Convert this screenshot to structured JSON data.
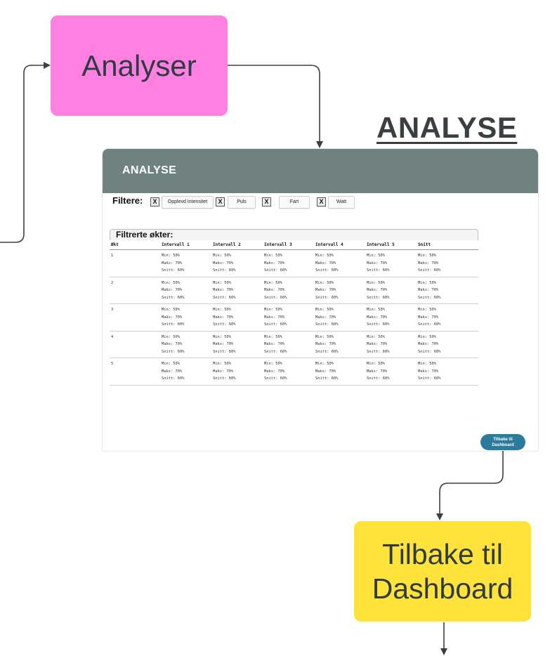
{
  "flow": {
    "analyser_label": "Analyser",
    "tilbake_label": "Tilbake til Dashboard",
    "page_heading": "ANALYSE",
    "colors": {
      "analyser": "#ff80e1",
      "tilbake": "#ffe23a",
      "connector": "#3c4043"
    }
  },
  "screen": {
    "header_title": "ANALYSE",
    "filter_label": "Filtere:",
    "filters": [
      {
        "remove": "X",
        "label": "Opplevd Intensitet"
      },
      {
        "remove": "X",
        "label": "Puls"
      },
      {
        "remove": "X",
        "label": "Fart"
      },
      {
        "remove": "X",
        "label": "Watt"
      }
    ],
    "results_title": "Filtrerte økter:",
    "columns": [
      "Økt",
      "Intervall 1",
      "Intervall 2",
      "Intervall 3",
      "Intervall 4",
      "Intervall 5",
      "Snitt"
    ],
    "rows": [
      {
        "okt": "1",
        "cells": [
          [
            "Min: 50%",
            "Maks: 70%",
            "Snitt: 60%"
          ],
          [
            "Min: 50%",
            "Maks: 70%",
            "Snitt: 60%"
          ],
          [
            "Min: 50%",
            "Maks: 70%",
            "Snitt: 60%"
          ],
          [
            "Min: 50%",
            "Maks: 70%",
            "Snitt: 60%"
          ],
          [
            "Min: 50%",
            "Maks: 70%",
            "Snitt: 60%"
          ],
          [
            "Min: 50%",
            "Maks: 70%",
            "Snitt: 60%"
          ]
        ]
      },
      {
        "okt": "2",
        "cells": [
          [
            "Min: 50%",
            "Maks: 70%",
            "Snitt: 60%"
          ],
          [
            "Min: 50%",
            "Maks: 70%",
            "Snitt: 60%"
          ],
          [
            "Min: 50%",
            "Maks: 70%",
            "Snitt: 60%"
          ],
          [
            "Min: 50%",
            "Maks: 70%",
            "Snitt: 60%"
          ],
          [
            "Min: 50%",
            "Maks: 70%",
            "Snitt: 60%"
          ],
          [
            "Min: 50%",
            "Maks: 70%",
            "Snitt: 60%"
          ]
        ]
      },
      {
        "okt": "3",
        "cells": [
          [
            "Min: 50%",
            "Maks: 70%",
            "Snitt: 60%"
          ],
          [
            "Min: 50%",
            "Maks: 70%",
            "Snitt: 60%"
          ],
          [
            "Min: 50%",
            "Maks: 70%",
            "Snitt: 60%"
          ],
          [
            "Min: 50%",
            "Maks: 70%",
            "Snitt: 60%"
          ],
          [
            "Min: 50%",
            "Maks: 70%",
            "Snitt: 60%"
          ],
          [
            "Min: 50%",
            "Maks: 70%",
            "Snitt: 60%"
          ]
        ]
      },
      {
        "okt": "4",
        "cells": [
          [
            "Min: 50%",
            "Maks: 70%",
            "Snitt: 60%"
          ],
          [
            "Min: 50%",
            "Maks: 70%",
            "Snitt: 60%"
          ],
          [
            "Min: 50%",
            "Maks: 70%",
            "Snitt: 60%"
          ],
          [
            "Min: 50%",
            "Maks: 70%",
            "Snitt: 60%"
          ],
          [
            "Min: 50%",
            "Maks: 70%",
            "Snitt: 60%"
          ],
          [
            "Min: 50%",
            "Maks: 70%",
            "Snitt: 60%"
          ]
        ]
      },
      {
        "okt": "5",
        "cells": [
          [
            "Min: 50%",
            "Maks: 70%",
            "Snitt: 60%"
          ],
          [
            "Min: 50%",
            "Maks: 70%",
            "Snitt: 60%"
          ],
          [
            "Min: 50%",
            "Maks: 70%",
            "Snitt: 60%"
          ],
          [
            "Min: 50%",
            "Maks: 70%",
            "Snitt: 60%"
          ],
          [
            "Min: 50%",
            "Maks: 70%",
            "Snitt: 60%"
          ],
          [
            "Min: 50%",
            "Maks: 70%",
            "Snitt: 60%"
          ]
        ]
      }
    ],
    "back_button_lines": [
      "Tilbake til",
      "Dashboard"
    ],
    "colors": {
      "header": "#6f827f",
      "back_button": "#2b7b9a"
    }
  }
}
